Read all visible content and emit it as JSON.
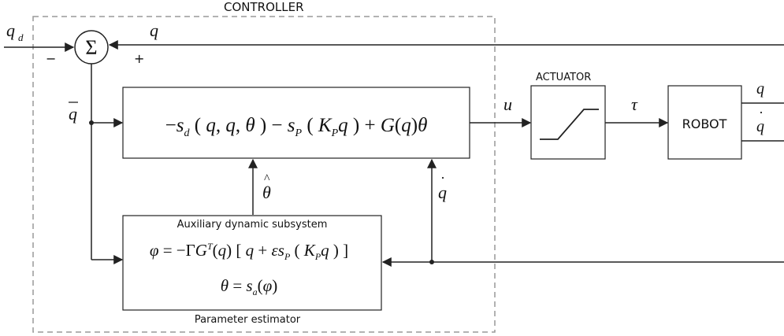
{
  "controller_label": "CONTROLLER",
  "actuator_label": "ACTUATOR",
  "robot_label": "ROBOT",
  "estimator": {
    "title": "Auxiliary dynamic subsystem",
    "caption": "Parameter estimator"
  },
  "signals": {
    "q": "q",
    "qd_main": "q",
    "qd_sub": "d",
    "qbar": "q",
    "u": "u",
    "tau": "τ",
    "qdot": "q",
    "theta_hat": "θ",
    "minus": "−",
    "plus": "+",
    "sigma": "Σ"
  },
  "control_law": "−s_d(q̄, q̇, θ̂) − s_P(K_P q̄) + G(q)θ̂",
  "estimator_eq1": "φ̇ = −ΓG^T(q)[q̇ + εs_P(K_P q̄)]",
  "estimator_eq2": "θ̂ = s_a(φ)",
  "colors": {
    "line": "#222222",
    "dashed_border": "#999999"
  }
}
